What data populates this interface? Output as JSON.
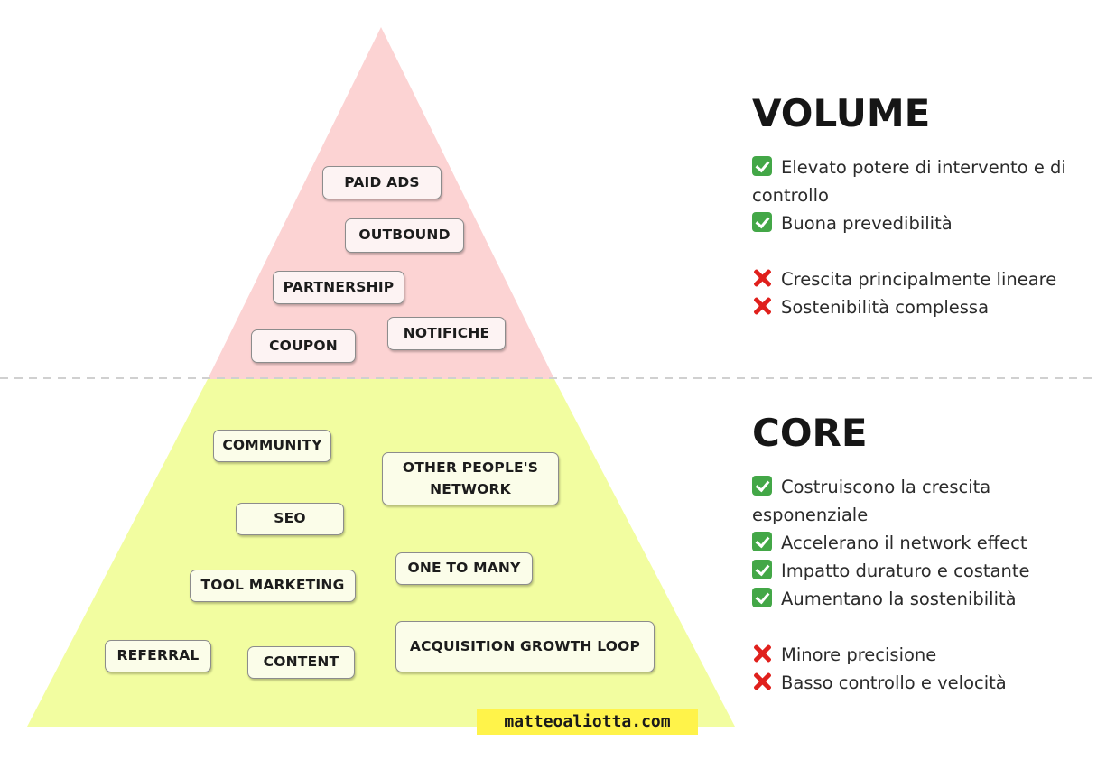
{
  "colors": {
    "volume_fill": "#fcd3d3",
    "core_fill": "#f2fda0",
    "divider": "#d0d0d0",
    "check": "#43a747",
    "cross": "#e0201c",
    "watermark_bg": "#fff34a"
  },
  "pyramid": {
    "volume_tactics": [
      "PAID ADS",
      "OUTBOUND",
      "PARTNERSHIP",
      "NOTIFICHE",
      "COUPON"
    ],
    "core_tactics": [
      "COMMUNITY",
      "OTHER PEOPLE'S NETWORK",
      "SEO",
      "ONE TO MANY",
      "TOOL MARKETING",
      "ACQUISITION GROWTH LOOP",
      "REFERRAL",
      "CONTENT"
    ]
  },
  "volume": {
    "title": "VOLUME",
    "pros": [
      {
        "icon": "check-icon",
        "text": "Elevato potere di intervento e di controllo"
      },
      {
        "icon": "check-icon",
        "text": "Buona prevedibilità"
      }
    ],
    "cons": [
      {
        "icon": "cross-icon",
        "text": "Crescita principalmente lineare"
      },
      {
        "icon": "cross-icon",
        "text": "Sostenibilità complessa"
      }
    ]
  },
  "core": {
    "title": "CORE",
    "pros": [
      {
        "icon": "check-icon",
        "text": "Costruiscono la crescita esponenziale"
      },
      {
        "icon": "check-icon",
        "text": "Accelerano il network effect"
      },
      {
        "icon": "check-icon",
        "text": "Impatto duraturo e costante"
      },
      {
        "icon": "check-icon",
        "text": "Aumentano la sostenibilità"
      }
    ],
    "cons": [
      {
        "icon": "cross-icon",
        "text": "Minore precisione"
      },
      {
        "icon": "cross-icon",
        "text": "Basso controllo e velocità"
      }
    ]
  },
  "watermark": "matteoaliotta.com"
}
